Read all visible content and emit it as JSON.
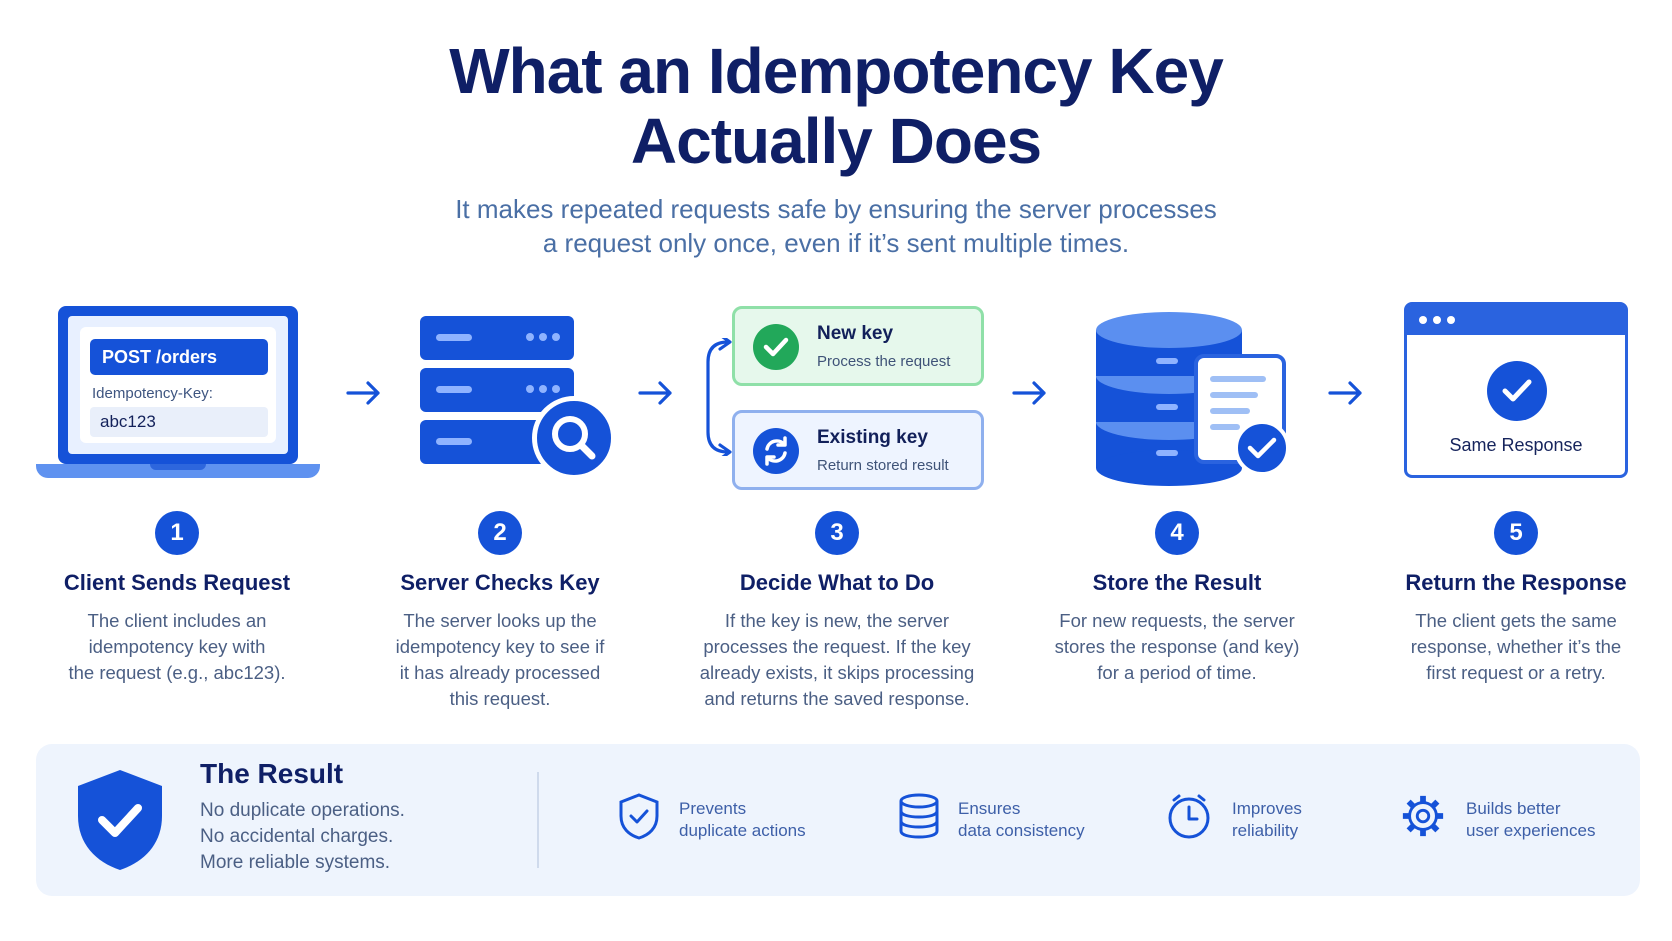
{
  "header": {
    "title_line1": "What an Idempotency Key",
    "title_line2": "Actually Does",
    "subtitle_line1": "It makes repeated requests safe by ensuring the server processes",
    "subtitle_line2": "a request only once, even if it’s sent multiple times."
  },
  "illustrations": {
    "request_method": "POST /orders",
    "key_label": "Idempotency-Key:",
    "key_value": "abc123",
    "new_key_title": "New key",
    "new_key_sub": "Process the request",
    "existing_key_title": "Existing key",
    "existing_key_sub": "Return stored result",
    "same_response": "Same Response"
  },
  "steps": [
    {
      "number": "1",
      "title": "Client Sends Request",
      "lines": [
        "The client includes an",
        "idempotency key with",
        "the request (e.g., abc123)."
      ]
    },
    {
      "number": "2",
      "title": "Server Checks Key",
      "lines": [
        "The server looks up the",
        "idempotency key to see if",
        "it has already processed",
        "this request."
      ]
    },
    {
      "number": "3",
      "title": "Decide What to Do",
      "lines": [
        "If the key is new, the server",
        "processes the request. If the key",
        "already exists, it skips processing",
        "and returns the saved response."
      ]
    },
    {
      "number": "4",
      "title": "Store the Result",
      "lines": [
        "For new requests, the server",
        "stores the response (and key)",
        "for a period of time."
      ]
    },
    {
      "number": "5",
      "title": "Return the Response",
      "lines": [
        "The client gets the same",
        "response, whether it’s the",
        "first request or a retry."
      ]
    }
  ],
  "result": {
    "title": "The Result",
    "lines": [
      "No duplicate operations.",
      "No accidental charges.",
      "More reliable systems."
    ]
  },
  "benefits": [
    {
      "icon": "shield-check-icon",
      "line1": "Prevents",
      "line2": "duplicate actions"
    },
    {
      "icon": "database-icon",
      "line1": "Ensures",
      "line2": "data consistency"
    },
    {
      "icon": "clock-icon",
      "line1": "Improves",
      "line2": "reliability"
    },
    {
      "icon": "gear-icon",
      "line1": "Builds better",
      "line2": "user experiences"
    }
  ],
  "colors": {
    "primary": "#1552d8",
    "title": "#0f1f66",
    "subtitle": "#4a6fa5",
    "success": "#22a85a",
    "panel": "#eef4fd"
  }
}
